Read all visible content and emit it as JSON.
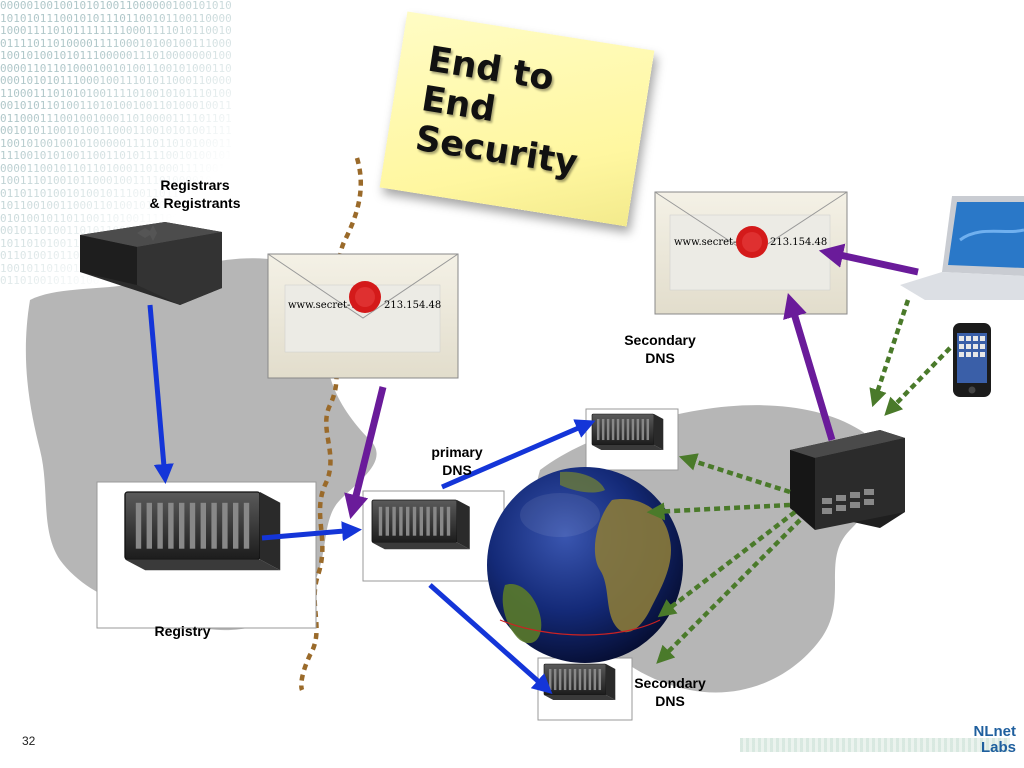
{
  "labels": {
    "registrars": "Registrars\n& Registrants",
    "registry": "Registry",
    "primary_dns": "primary\nDNS",
    "secondary_dns_top": "Secondary\nDNS",
    "secondary_dns_bottom": "Secondary\nDNS"
  },
  "sticky_note": {
    "title": "End to End\nSecurity"
  },
  "envelopes": [
    {
      "text_left": "www.secret-w",
      "text_right": "213.154.48"
    },
    {
      "text_left": "www.secret-w",
      "text_right": "213.154.48"
    }
  ],
  "binary_text": "00000100100101010011000000100101010\n10101011100101011101100101100110000\n10001111010111111110001111010110010\n01111011010000111100010100100111000\n10010100101011100000111010000000100\n00001101101000100101001100101000110\n00010101011100010011101011000110000\n11000111010101001111010010101110100\n00101011010011010100100110100010011\n01100011100100100011010000111101101\n00101011001010011000110010101001111\n10010100100101000001111011010100011\n11100101010011001101011110010100101\n00001100101101101000110100011110010\n10011101001011000100111101000010111\n01101101001010010111001101101001010\n10110010011000110100101100010110010\n01010010110110011010011110001001101\n00101101001101011001010110010100110\n10110101001101100101001011010110101\n01101001011010010110100101101001011\n10010110100101101001011010010110100\n01101001011010010110100101101001011",
  "page_number": "32",
  "logo": {
    "line1": "NLnet",
    "line2": "Labs"
  },
  "colors": {
    "blue_arrow": "#1435d8",
    "purple_arrow": "#6a1b9a",
    "green_dotted": "#4a7a2a",
    "wax_seal": "#d41a1a",
    "sticky": "#fff9a8",
    "region": "#a9a9a9",
    "dotted_border": "#9a6a2a"
  },
  "icons": [
    "server-icon",
    "envelope-icon",
    "wax-seal-icon",
    "globe-icon",
    "laptop-icon",
    "phone-icon"
  ]
}
